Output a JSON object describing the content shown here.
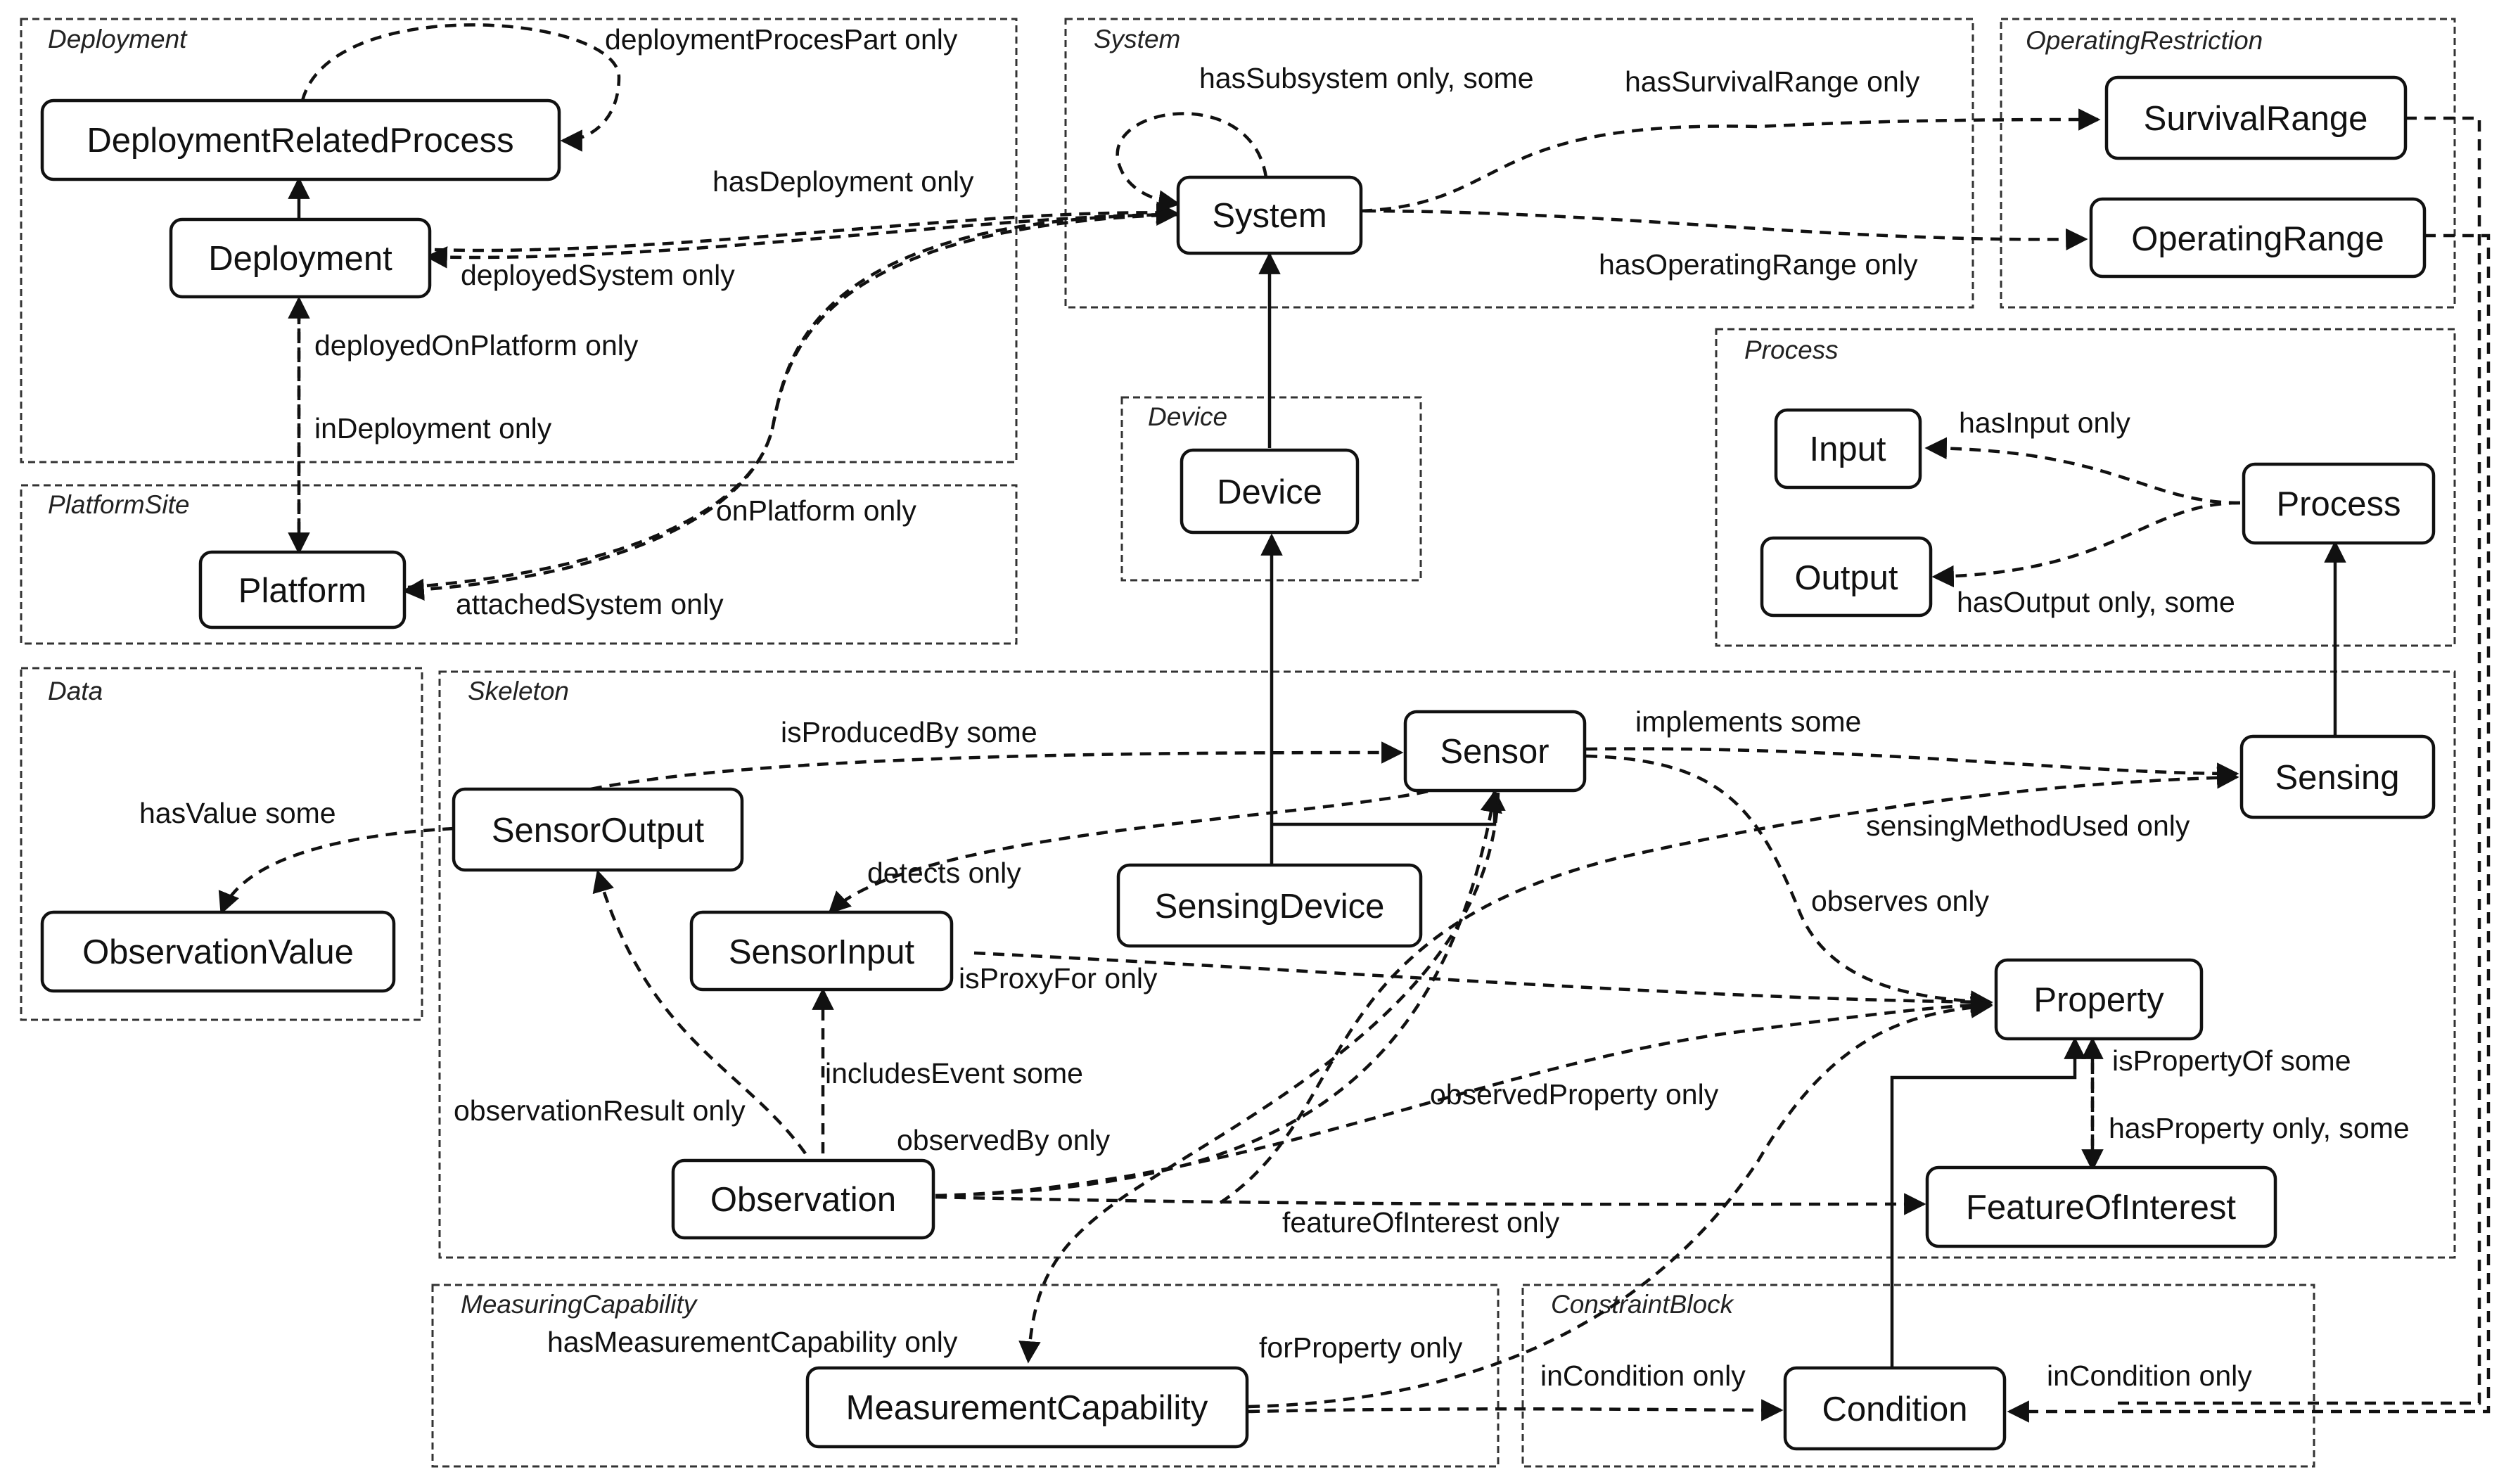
{
  "modules": {
    "deployment": "Deployment",
    "platform_site": "PlatformSite",
    "data": "Data",
    "system": "System",
    "device": "Device",
    "operating_restriction": "OperatingRestriction",
    "process": "Process",
    "skeleton": "Skeleton",
    "measuring_capability": "MeasuringCapability",
    "constraint_block": "ConstraintBlock"
  },
  "classes": {
    "deployment_related_process": "DeploymentRelatedProcess",
    "deployment": "Deployment",
    "platform": "Platform",
    "observation_value": "ObservationValue",
    "system": "System",
    "device": "Device",
    "survival_range": "SurvivalRange",
    "operating_range": "OperatingRange",
    "input": "Input",
    "output": "Output",
    "process": "Process",
    "sensor": "Sensor",
    "sensing": "Sensing",
    "sensor_output": "SensorOutput",
    "sensor_input": "SensorInput",
    "sensing_device": "SensingDevice",
    "property": "Property",
    "observation": "Observation",
    "feature_of_interest": "FeatureOfInterest",
    "measurement_capability": "MeasurementCapability",
    "condition": "Condition"
  },
  "relations": {
    "deployment_proces_part": "deploymentProcesPart only",
    "has_deployment": "hasDeployment only",
    "deployed_system": "deployedSystem only",
    "deployed_on_platform": "deployedOnPlatform only",
    "in_deployment": "inDeployment only",
    "on_platform": "onPlatform only",
    "attached_system": "attachedSystem only",
    "has_subsystem": "hasSubsystem only, some",
    "has_survival_range": "hasSurvivalRange only",
    "has_operating_range": "hasOperatingRange only",
    "has_input": "hasInput only",
    "has_output": "hasOutput only, some",
    "is_produced_by": "isProducedBy some",
    "implements": "implements some",
    "has_value": "hasValue some",
    "sensing_method_used": "sensingMethodUsed only",
    "detects": "detects only",
    "observes": "observes only",
    "is_proxy_for": "isProxyFor only",
    "includes_event": "includesEvent some",
    "observation_result": "observationResult only",
    "observed_by": "observedBy only",
    "observed_property": "observedProperty only",
    "is_property_of": "isPropertyOf some",
    "has_property": "hasProperty only, some",
    "feature_of_interest": "featureOfInterest only",
    "has_measurement_capability": "hasMeasurementCapability only",
    "for_property": "forProperty only",
    "in_condition_left": "inCondition only",
    "in_condition_right": "inCondition only"
  }
}
